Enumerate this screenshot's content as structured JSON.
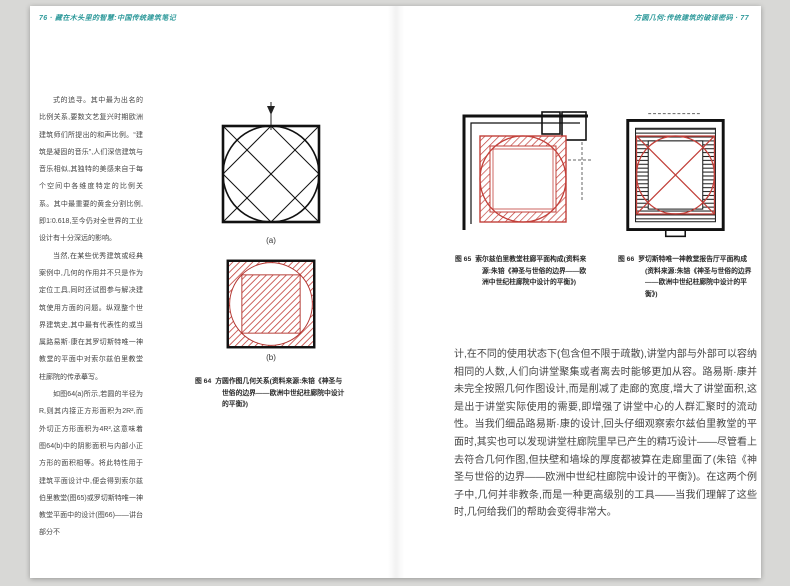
{
  "book": {
    "left_header": "76 · 藏在木头里的智慧:中国传统建筑笔记",
    "right_header": "方圆几何:传统建筑的破译密码 · 77"
  },
  "left_page": {
    "paragraphs": [
      "式的追寻。其中最为出名的比例关系,要数文艺复兴时期欧洲建筑师们所提出的和声比例。“建筑是凝固的音乐”,人们深信建筑与音乐相似,其独特的美感来自于每个空间中各维度特定的比例关系。其中最重要的黄金分割比例,即1∶0.618,至今仍对全世界的工业设计有十分深远的影响。",
      "当然,在某些优秀建筑或经典案例中,几何的作用并不只是作为定位工具,同时还试图参与解决建筑使用方面的问题。纵观整个世界建筑史,其中最有代表性的或当属路易斯·康在其罗切斯特唯一神教堂的平面中对索尔兹伯里教堂柱廊院的传承摹写。",
      "如图64(a)所示,若圆的半径为R,则其内接正方形面积为2R²,而外切正方形面积为4R²,这意味着图64(b)中的阴影面积与内部小正方形的面积相等。将此特性用于建筑平面设计中,便会得到索尔兹伯里教堂(图65)或罗切斯特唯一神教堂平面中的设计(图66)——讲台部分不"
    ],
    "fig64": {
      "label_a": "(a)",
      "label_b": "(b)",
      "number": "图 64",
      "caption": "方圆作图几何关系(资料来源:朱锫《神圣与世俗的边界——欧洲中世纪柱廊院中设计的平衡》)"
    }
  },
  "right_page": {
    "fig65": {
      "number": "图 65",
      "caption": "索尔兹伯里教堂柱廊平面构成(资料来源:朱锫《神圣与世俗的边界——欧洲中世纪柱廊院中设计的平衡》)"
    },
    "fig66": {
      "number": "图 66",
      "caption": "罗切斯特唯一神教堂报告厅平面构成(资料来源:朱锫《神圣与世俗的边界——欧洲中世纪柱廊院中设计的平衡》)"
    },
    "body": "计,在不同的使用状态下(包含但不限于疏散),讲堂内部与外部可以容纳相同的人数,人们向讲堂聚集或者离去时能够更加从容。路易斯·康并未完全按照几何作图设计,而是削减了走廊的宽度,增大了讲堂面积,这是出于讲堂实际使用的需要,即增强了讲堂中心的人群汇聚时的流动性。当我们细品路易斯·康的设计,回头仔细观察索尔兹伯里教堂的平面时,其实也可以发现讲堂柱廊院里早已产生的精巧设计——尽管看上去符合几何作图,但扶壁和墙垛的厚度都被算在走廊里面了(朱锫《神圣与世俗的边界——欧洲中世纪柱廊院中设计的平衡》)。在这两个例子中,几何并非教条,而是一种更高级别的工具——当我们理解了这些时,几何给我们的帮助会变得非常大。"
  },
  "colors": {
    "header_teal": "#2f9a9b",
    "overlay_red": "#c2403a",
    "ink": "#454545"
  }
}
